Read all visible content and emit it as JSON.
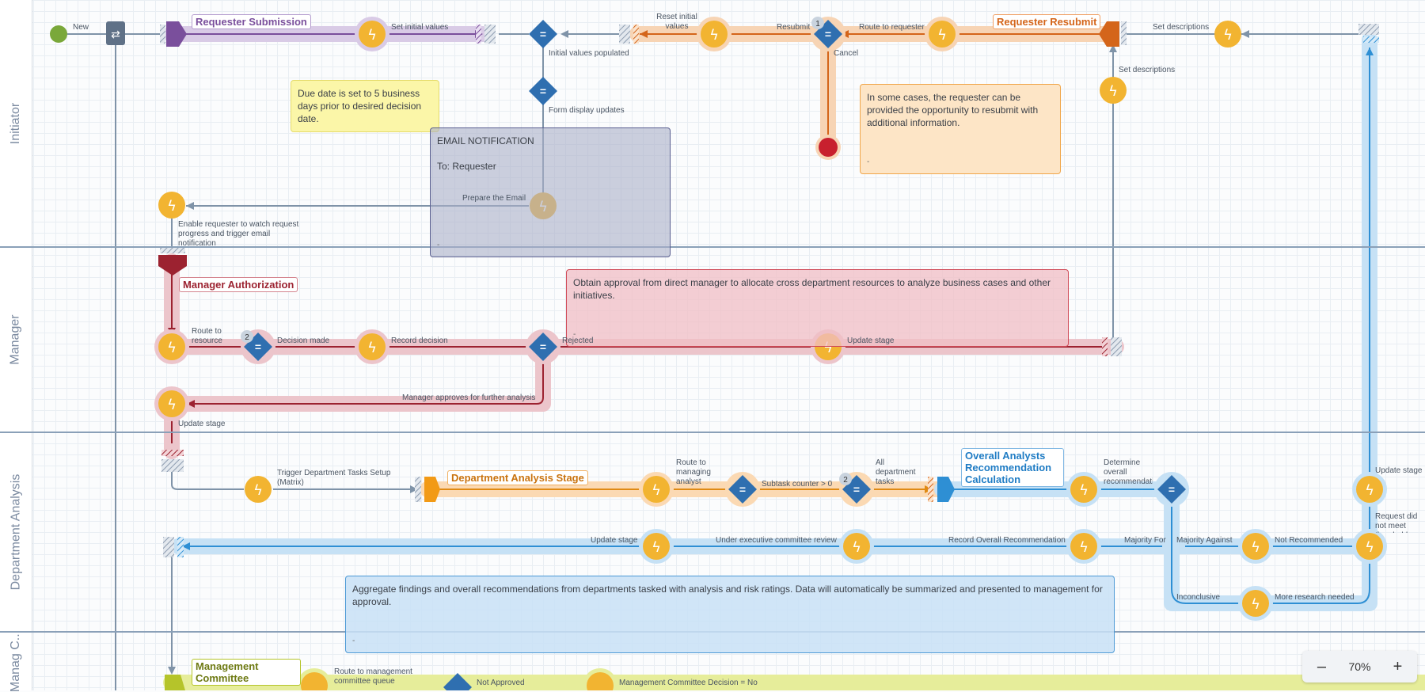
{
  "lanes": [
    "Initiator",
    "Manager",
    "Department Analysis",
    "Manag C..."
  ],
  "stages": {
    "requester_submission": "Requester Submission",
    "requester_resubmit": "Requester Resubmit",
    "manager_authorization": "Manager Authorization",
    "department_analysis_stage": "Department Analysis Stage",
    "overall_analysts": "Overall Analysts Recommendation Calculation",
    "management_committee": "Management Committee"
  },
  "edge_labels": {
    "new": "New",
    "set_initial_values": "Set initial values",
    "initial_values_populated": "Initial values populated",
    "form_display_updates": "Form display updates",
    "reset_initial_values": "Reset initial values",
    "resubmit": "Resubmit",
    "route_to_requester": "Route to requester",
    "cancel": "Cancel",
    "set_descriptions_top": "Set descriptions",
    "set_descriptions_side": "Set descriptions",
    "prepare_email": "Prepare the Email",
    "enable_requester": "Enable requester to watch request progress and trigger email notification",
    "route_to_resource": "Route to resource",
    "decision_made": "Decision made",
    "record_decision": "Record decision",
    "rejected": "Rejected",
    "update_stage_manager": "Update stage",
    "manager_approves": "Manager approves for further analysis",
    "update_stage_2": "Update stage",
    "trigger_dept_tasks": "Trigger Department Tasks Setup (Matrix)",
    "route_to_managing_analyst": "Route to managing analyst",
    "subtask_counter": "Subtask counter > 0",
    "all_department_tasks": "All department tasks",
    "determine_overall": "Determine overall recommendation",
    "update_stage_right": "Update stage",
    "request_did_not": "Request did not meet thresholds, and",
    "update_stage_return": "Update stage",
    "under_exec_review": "Under executive committee review",
    "record_overall_rec": "Record Overall Recommendation",
    "majority_for": "Majority For",
    "majority_against": "Majority Against",
    "not_recommended": "Not Recommended",
    "inconclusive": "Inconclusive",
    "more_research": "More research needed",
    "route_to_mgmt_queue": "Route to management committee queue",
    "not_approved": "Not Approved",
    "mgmt_decision": "Management Committee Decision = No"
  },
  "badges": {
    "resubmit_count": "1",
    "decision_count": "2",
    "subtask_count": "2"
  },
  "notes": {
    "due_date": "Due date is set to 5 business days prior to desired decision date.",
    "email_title": "EMAIL NOTIFICATION",
    "email_to": "To: Requester",
    "email_dash": "-",
    "resubmit_info": "In some cases, the requester can be provided the opportunity to resubmit with additional information.",
    "resubmit_dash": "-",
    "approval_info": "Obtain approval from direct manager to allocate cross department resources to analyze business cases and other initiatives.",
    "approval_dash": "-",
    "aggregate_info": "Aggregate findings and overall recommendations from departments tasked with analysis and risk ratings. Data will automatically be summarized and presented to management for approval.",
    "aggregate_dash": "-"
  },
  "zoom": {
    "minus": "–",
    "level": "70%",
    "plus": "+"
  },
  "colors": {
    "purple": "#8b6bb0",
    "orange": "#e07a1f",
    "red": "#9c2230",
    "amber": "#f08c1a",
    "blue": "#2e8fd4",
    "olive": "#b5c42a",
    "gateway": "#2f6fb0",
    "task": "#f2b431",
    "grey": "#7f93a8"
  }
}
